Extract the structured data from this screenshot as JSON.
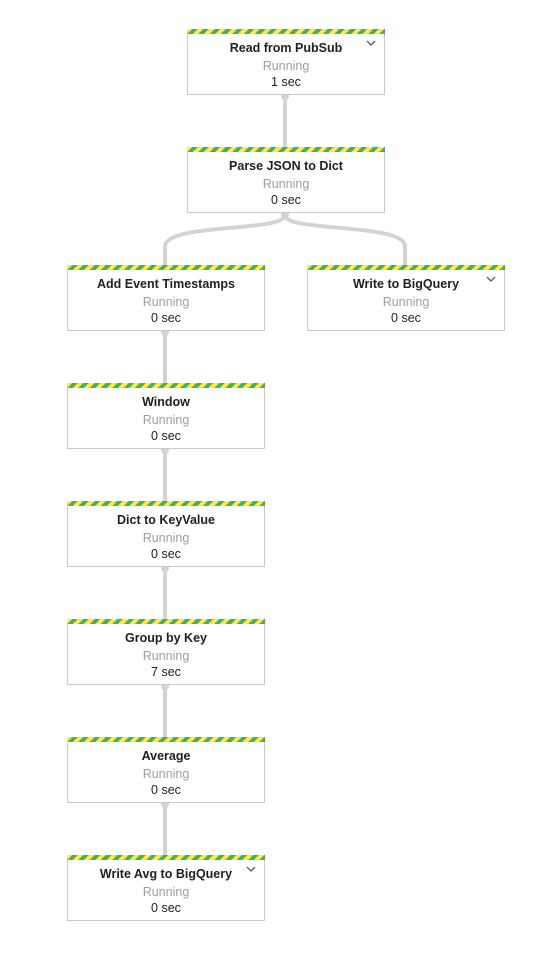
{
  "colors": {
    "stripe_green": "#4caf50",
    "stripe_yellow": "#ffeb3b",
    "edge": "#d3d3d3",
    "status_text": "#9e9e9e"
  },
  "nodes": [
    {
      "id": "read-from-pubsub",
      "name": "Read from PubSub",
      "status": "Running",
      "time": "1 sec",
      "expandable": true
    },
    {
      "id": "parse-json-to-dict",
      "name": "Parse JSON to Dict",
      "status": "Running",
      "time": "0 sec",
      "expandable": false
    },
    {
      "id": "add-event-timestamps",
      "name": "Add Event Timestamps",
      "status": "Running",
      "time": "0 sec",
      "expandable": false
    },
    {
      "id": "write-to-bigquery",
      "name": "Write to BigQuery",
      "status": "Running",
      "time": "0 sec",
      "expandable": true
    },
    {
      "id": "window",
      "name": "Window",
      "status": "Running",
      "time": "0 sec",
      "expandable": false
    },
    {
      "id": "dict-to-keyvalue",
      "name": "Dict to KeyValue",
      "status": "Running",
      "time": "0 sec",
      "expandable": false
    },
    {
      "id": "group-by-key",
      "name": "Group by Key",
      "status": "Running",
      "time": "7 sec",
      "expandable": false
    },
    {
      "id": "average",
      "name": "Average",
      "status": "Running",
      "time": "0 sec",
      "expandable": false
    },
    {
      "id": "write-avg-to-bigquery",
      "name": "Write Avg to BigQuery",
      "status": "Running",
      "time": "0 sec",
      "expandable": true
    }
  ],
  "edges": [
    {
      "from": "read-from-pubsub",
      "to": "parse-json-to-dict"
    },
    {
      "from": "parse-json-to-dict",
      "to": "add-event-timestamps"
    },
    {
      "from": "parse-json-to-dict",
      "to": "write-to-bigquery"
    },
    {
      "from": "add-event-timestamps",
      "to": "window"
    },
    {
      "from": "window",
      "to": "dict-to-keyvalue"
    },
    {
      "from": "dict-to-keyvalue",
      "to": "group-by-key"
    },
    {
      "from": "group-by-key",
      "to": "average"
    },
    {
      "from": "average",
      "to": "write-avg-to-bigquery"
    }
  ]
}
